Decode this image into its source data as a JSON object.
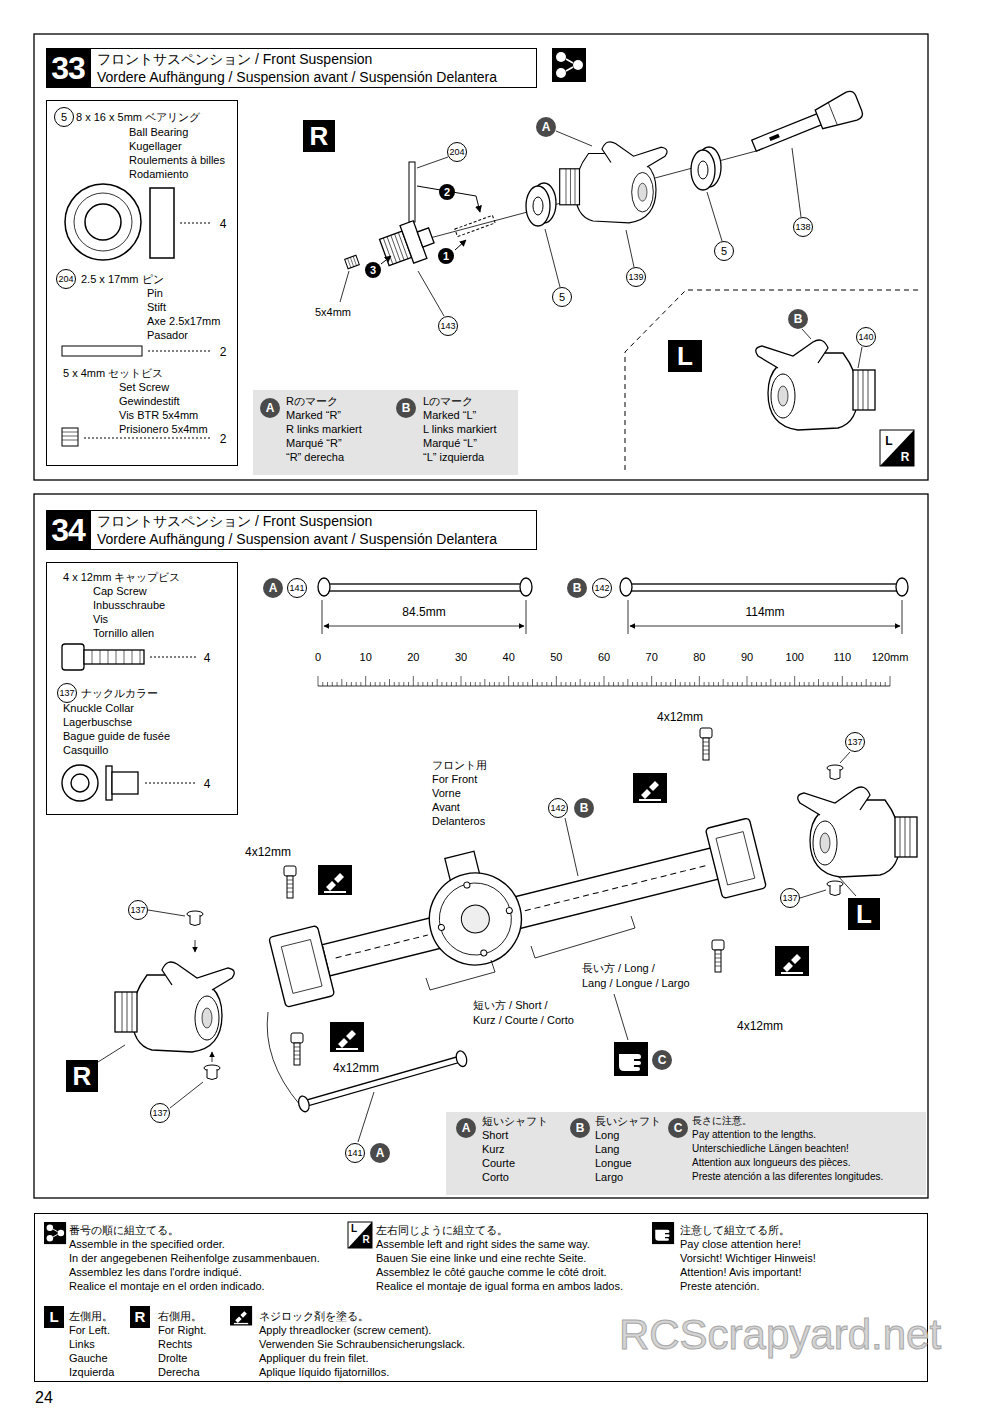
{
  "diagram": {
    "nodes": [
      {
        "text": [
          "フロントサスペンション / Front Suspension",
          "Vordere Aufhängung / Suspension avant / Suspensión Delantera"
        ]
      },
      {
        "text": [
          "33"
        ],
        "in": 0
      },
      {
        "text": [
          "5",
          "8 x 16 x 5mm ベアリング",
          "Ball Bearing",
          "Kugellager",
          "Roulements à billes",
          "Rodamiento",
          "4",
          "204",
          "2.5 x 17mm ピン",
          "Pin",
          "Stift",
          "Axe 2.5x17mm",
          "Pasador",
          "2",
          "5 x 4mm セットビス",
          "Set Screw",
          "Gewindestift",
          "Vis BTR 5x4mm",
          "Prisionero 5x4mm",
          "2"
        ]
      },
      {
        "text": [
          "A",
          "Rのマーク",
          "Marked “R”",
          "R links markiert",
          "Marqué “R”",
          "“R” derecha",
          "B",
          "Lのマーク",
          "Marked “L”",
          "L links markiert",
          "Marqué “L”",
          "“L” izquierda"
        ]
      },
      {
        "text": [
          "フロントサスペンション / Front Suspension",
          "Vordere Aufhängung / Suspension avant / Suspensión Delantera"
        ]
      },
      {
        "text": [
          "34"
        ],
        "in": 4
      },
      {
        "text": [
          "4 x 12mm キャップビス",
          "Cap Screw",
          "Inbusschraube",
          "Vis",
          "Tornillo allen",
          "4",
          "137",
          "ナックルカラー",
          "Knuckle Collar",
          "Lagerbuschse",
          "Bague guide de fusée",
          "Casquillo",
          "4"
        ]
      },
      {
        "text": [
          "A",
          "短いシャフト",
          "Short",
          "Kurz",
          "Courte",
          "Corto",
          "B",
          "長いシャフト",
          "Long",
          "Lang",
          "Longue",
          "Largo",
          "C",
          "長さに注意。",
          "Pay attention to the lengths.",
          "Unterschiedliche Längen beachten!",
          "Attention aux longueurs des pièces.",
          "Preste atención a las diferentes longitudes."
        ]
      },
      {
        "text": [
          "番号の順に組立てる。",
          "Assemble in the specified order.",
          "In der angegebenen Reihenfolge zusammenbauen.",
          "Assemblez les dans l'ordre indiqué.",
          "Realice el montaje en el orden indicado.",
          "左右同じように組立てる。",
          "Assemble left and right sides the same way.",
          "Bauen Sie eine linke und eine rechte Seite.",
          "Assemblez le côté gauche comme le côté droit.",
          "Realice el montaje de igual forma en ambos lados.",
          "注意して組立てる所。",
          "Pay close attention here!",
          "Vorsicht! Wichtiger Hinweis!",
          "Attention! Avis important!",
          "Preste atención.",
          "左側用。",
          "For Left.",
          "Links",
          "Gauche",
          "Izquierda",
          "右側用。",
          "For Right.",
          "Rechts",
          "Drolte",
          "Derecha",
          "ネジロック剤を塗る。",
          "Apply threadlocker (screw cement).",
          "Verwenden Sie Schraubensicherungslack.",
          "Appliquer du frein filet.",
          "Aplique líquido fijatornillos."
        ]
      }
    ],
    "labels": [
      "R",
      "204",
      "2",
      "1",
      "3",
      "5x4mm",
      "143",
      "A",
      "5",
      "139",
      "5",
      "138",
      "L",
      "B",
      "140",
      "L",
      "R",
      "A",
      "141",
      "84.5mm",
      "B",
      "142",
      "114mm",
      "0",
      "10",
      "20",
      "30",
      "40",
      "50",
      "60",
      "70",
      "80",
      "90",
      "100",
      "110",
      "120mm",
      "4x12mm",
      "137",
      "フロント用",
      "For Front",
      "Vorne",
      "Avant",
      "Delanteros",
      "142",
      "B",
      "4x12mm",
      "137",
      "137",
      "L",
      "長い方 / Long /",
      "Lang / Longue / Largo",
      "短い方 / Short /",
      "Kurz / Courte / Corto",
      "4x12mm",
      "C",
      "R",
      "4x12mm",
      "137",
      "141",
      "A",
      "24",
      "RCScrapyard.net",
      "L",
      "R",
      "L",
      "R"
    ]
  }
}
